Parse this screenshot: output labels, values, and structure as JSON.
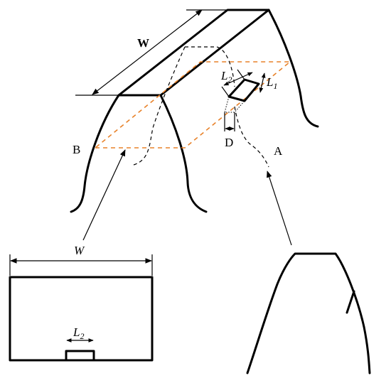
{
  "labels": {
    "width_top": "W",
    "width_bottom": "W",
    "point_a": "A",
    "point_b": "B",
    "point_d": "D",
    "l1_base": "L",
    "l1_sub": "1",
    "l2_top_base": "L",
    "l2_top_sub": "2",
    "l2_bottom_base": "L",
    "l2_bottom_sub": "2"
  },
  "colors": {
    "line": "#000000",
    "section_plane": "#e8822a",
    "background": "#ffffff"
  }
}
